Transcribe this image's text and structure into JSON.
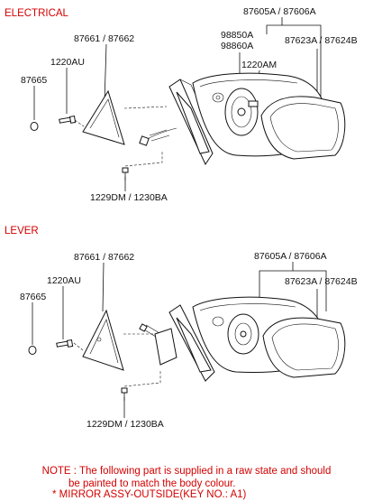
{
  "sections": {
    "electrical": {
      "title": "ELECTRICAL",
      "labels": {
        "housing": "87605A / 87606A",
        "cover": "87661 / 87662",
        "motor_a": "98850A",
        "motor_b": "98860A",
        "clip": "1220AM",
        "glass": "87623A / 87624B",
        "screw": "1220AU",
        "cap": "87665",
        "bolt": "1229DM / 1230BA"
      }
    },
    "lever": {
      "title": "LEVER",
      "labels": {
        "housing": "87605A / 87606A",
        "cover": "87661 / 87662",
        "glass": "87623A / 87624B",
        "screw": "1220AU",
        "cap": "87665",
        "bolt": "1229DM / 1230BA"
      }
    }
  },
  "note": {
    "line1": "NOTE  :  The  following  part  is  supplied  in  a  raw  state  and  should",
    "line2": "be  painted  to  match  the  body  colour.",
    "line3": "*  MIRROR  ASSY-OUTSIDE(KEY  NO.:  A1)"
  }
}
